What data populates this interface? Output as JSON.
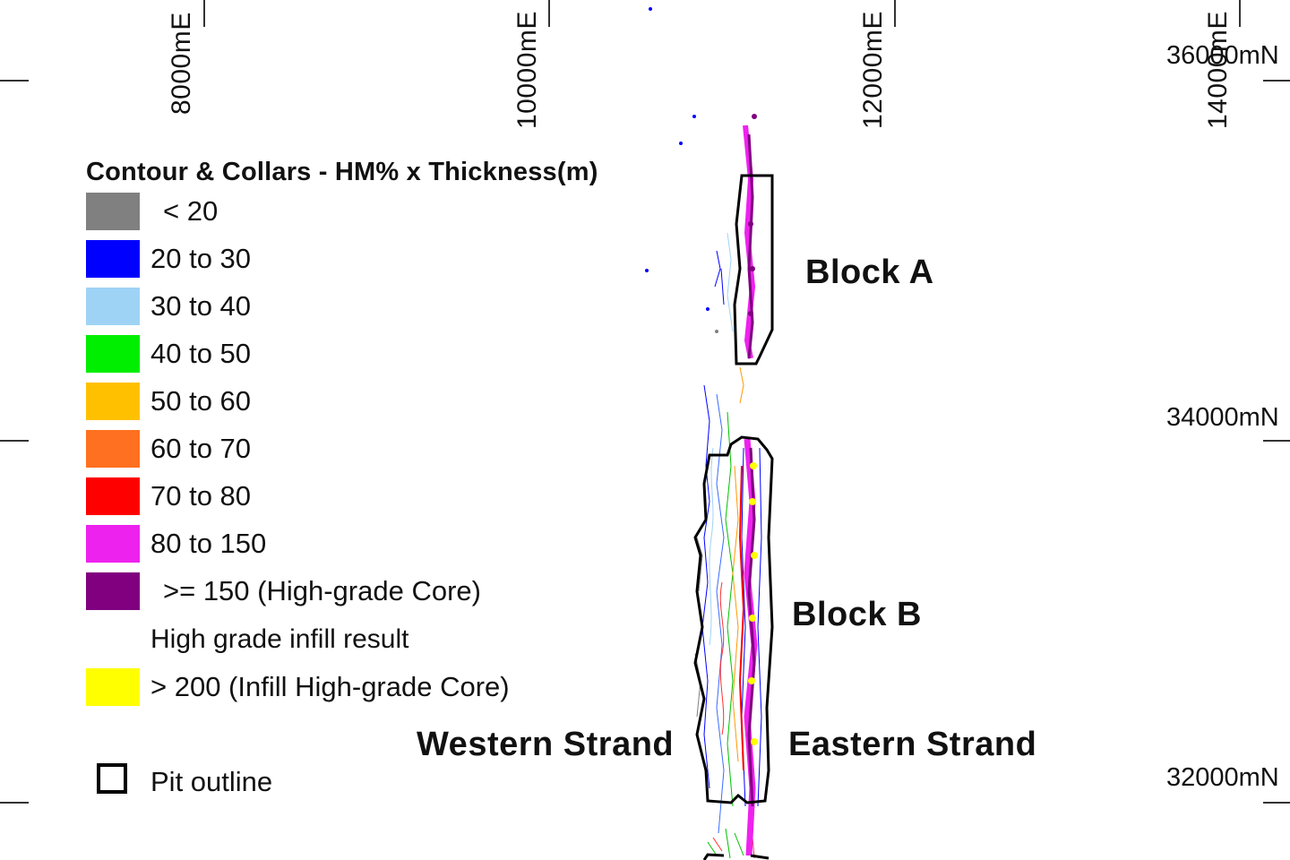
{
  "eastings": [
    "8000mE",
    "10000mE",
    "12000mE",
    "14000mE"
  ],
  "northings": [
    "36000mN",
    "34000mN",
    "32000mN"
  ],
  "legend": {
    "title": "Contour & Collars - HM% x Thickness(m)",
    "items": [
      {
        "label": "< 20",
        "color": "#808080"
      },
      {
        "label": "20 to 30",
        "color": "#0000ff"
      },
      {
        "label": "30 to 40",
        "color": "#9fd3f5"
      },
      {
        "label": "40 to 50",
        "color": "#00ee00"
      },
      {
        "label": "50 to 60",
        "color": "#ffc000"
      },
      {
        "label": "60 to 70",
        "color": "#ff7020"
      },
      {
        "label": "70 to 80",
        "color": "#ff0000"
      },
      {
        "label": "80 to 150",
        "color": "#ee22ee"
      },
      {
        "label": ">= 150 (High-grade Core)",
        "color": "#800080"
      }
    ],
    "infill_heading": "High grade infill result",
    "infill_item": {
      "label": "> 200 (Infill High-grade Core)",
      "color": "#ffff00"
    },
    "pit_label": "Pit outline"
  },
  "labels": {
    "block_a": "Block A",
    "block_b": "Block B",
    "western_strand": "Western Strand",
    "eastern_strand": "Eastern Strand"
  }
}
